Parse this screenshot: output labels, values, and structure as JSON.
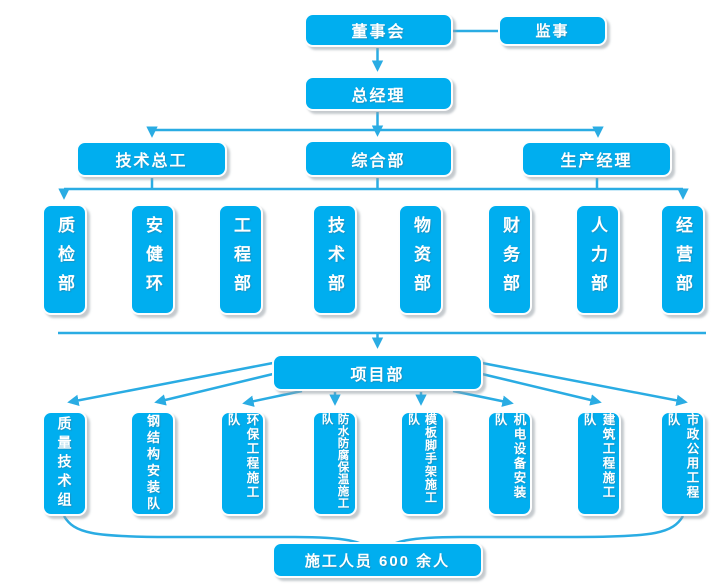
{
  "org": {
    "board": "董事会",
    "supervisor": "监事",
    "general_manager": "总经理",
    "managers": [
      "技术总工",
      "综合部",
      "生产经理"
    ],
    "departments": [
      "质检部",
      "安健环",
      "工程部",
      "技术部",
      "物资部",
      "财务部",
      "人力部",
      "经营部"
    ],
    "project_dept": "项目部",
    "teams": [
      "质量技术组",
      "钢结构安装队",
      "环保工程施工队",
      "防水防腐保温施工队",
      "模板脚手架施工队",
      "机电设备安装队",
      "建筑工程施工队",
      "市政公用工程队"
    ],
    "workers_label": "施工人员 600 余人"
  },
  "colors": {
    "node_fill": "#00AEEF",
    "node_border": "#FDFEFE",
    "node_text": "#FFFFFF",
    "connector": "#2AACE3",
    "shadow": "#96A0A5",
    "background": "#FFFFFF"
  }
}
